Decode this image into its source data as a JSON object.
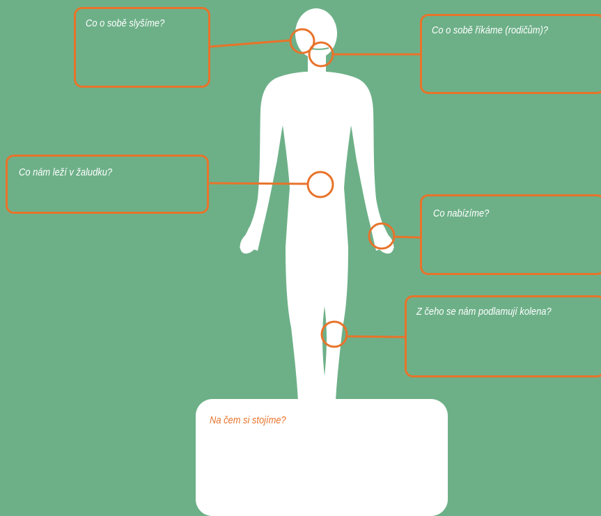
{
  "questions": {
    "hear": "Co o sobě slyšíme?",
    "say": "Co o sobě říkáme (rodičům)?",
    "stomach": "Co nám leží v žaludku?",
    "offer": "Co nabízíme?",
    "knees": "Z čeho se nám podlamují kolena?",
    "stand": "Na čem si stojíme?"
  },
  "colors": {
    "background": "#6db088",
    "accent": "#e8732a",
    "figure": "#ffffff"
  }
}
